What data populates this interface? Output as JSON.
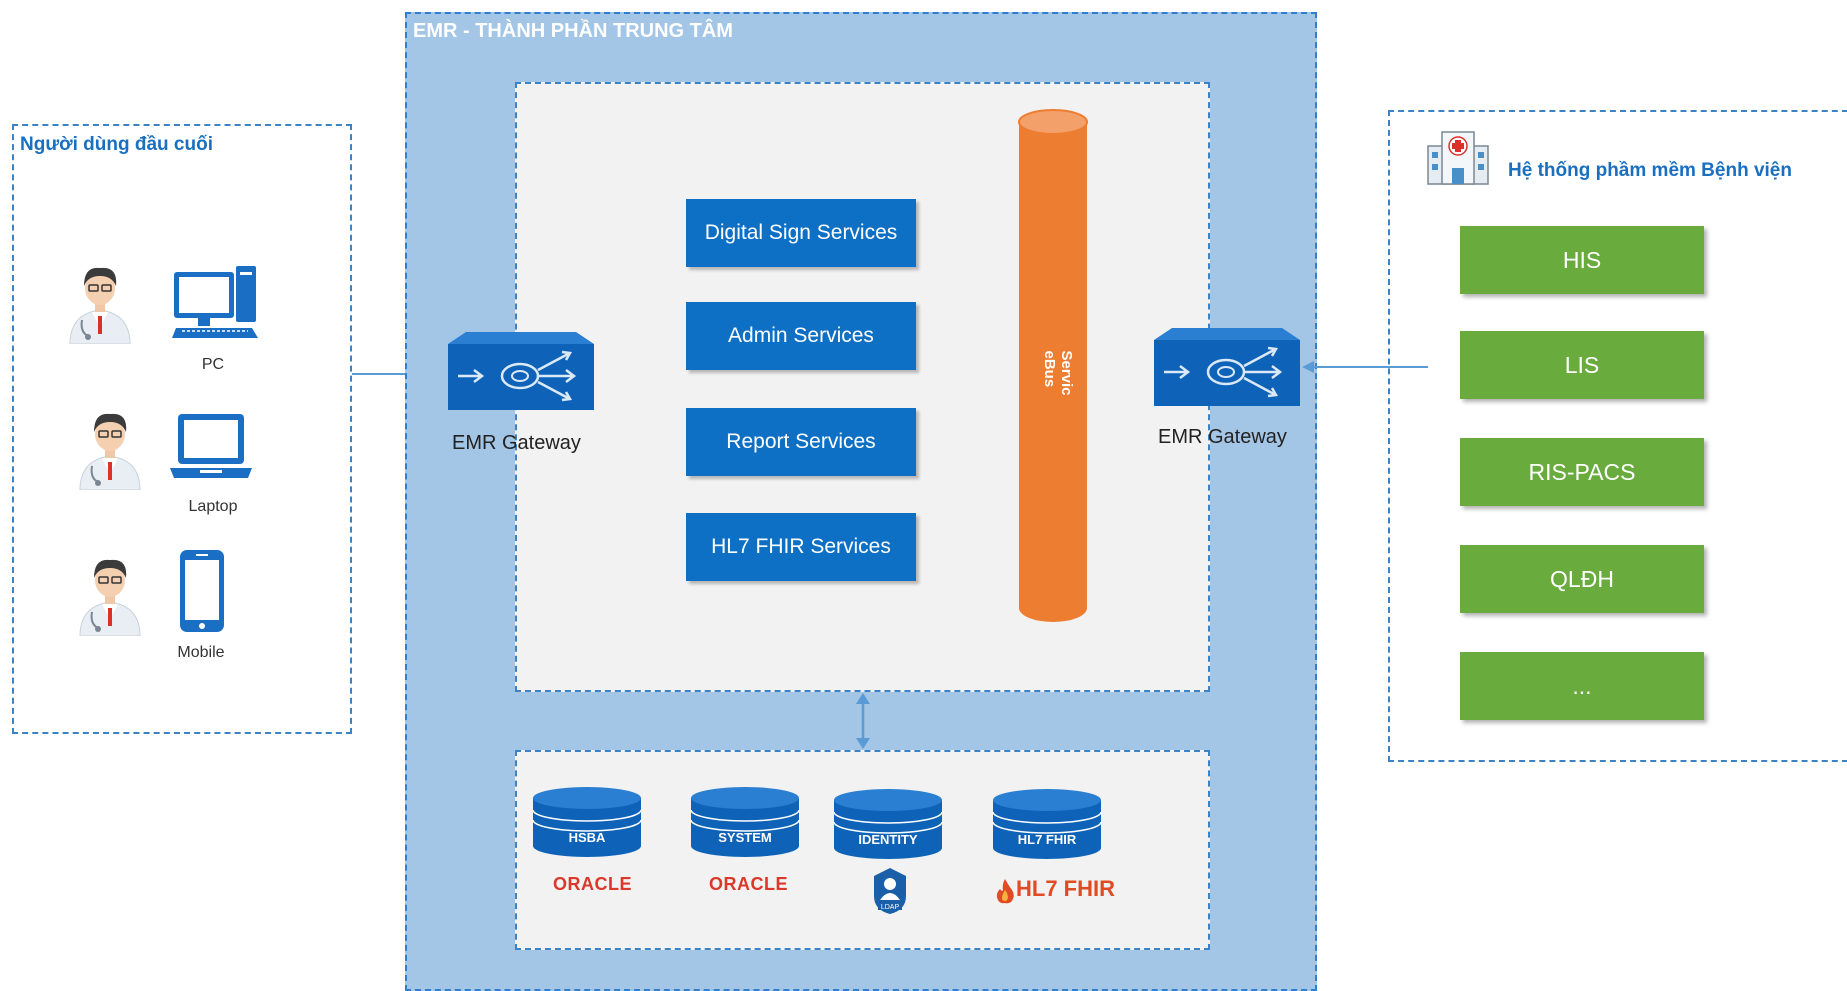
{
  "users": {
    "title": "Người dùng đầu cuối",
    "devices": [
      {
        "label": "PC",
        "icon": "pc-icon"
      },
      {
        "label": "Laptop",
        "icon": "laptop-icon"
      },
      {
        "label": "Mobile",
        "icon": "mobile-icon"
      }
    ]
  },
  "emr": {
    "title": "EMR - THÀNH PHẦN TRUNG TÂM",
    "services": [
      "Digital Sign Services",
      "Admin Services",
      "Report Services",
      "HL7 FHIR Services"
    ],
    "bus_label": "Servic\neBus",
    "gateway_left": "EMR Gateway",
    "gateway_right": "EMR Gateway",
    "databases": [
      {
        "label": "HSBA",
        "vendor": "ORACLE"
      },
      {
        "label": "SYSTEM",
        "vendor": "ORACLE"
      },
      {
        "label": "IDENTITY",
        "vendor": "LDAP"
      },
      {
        "label": "HL7 FHIR",
        "vendor": "HL7 FHIR"
      }
    ]
  },
  "hospital": {
    "title": "Hệ  thống phầm mềm Bệnh viện",
    "systems": [
      "HIS",
      "LIS",
      "RIS-PACS",
      "QLĐH",
      "..."
    ]
  },
  "colors": {
    "service_blue": "#0e70c4",
    "bus_orange": "#ed7d31",
    "system_green": "#6aab3e",
    "emr_background": "#a3c5e6",
    "panel_gray": "#f2f2f2"
  }
}
